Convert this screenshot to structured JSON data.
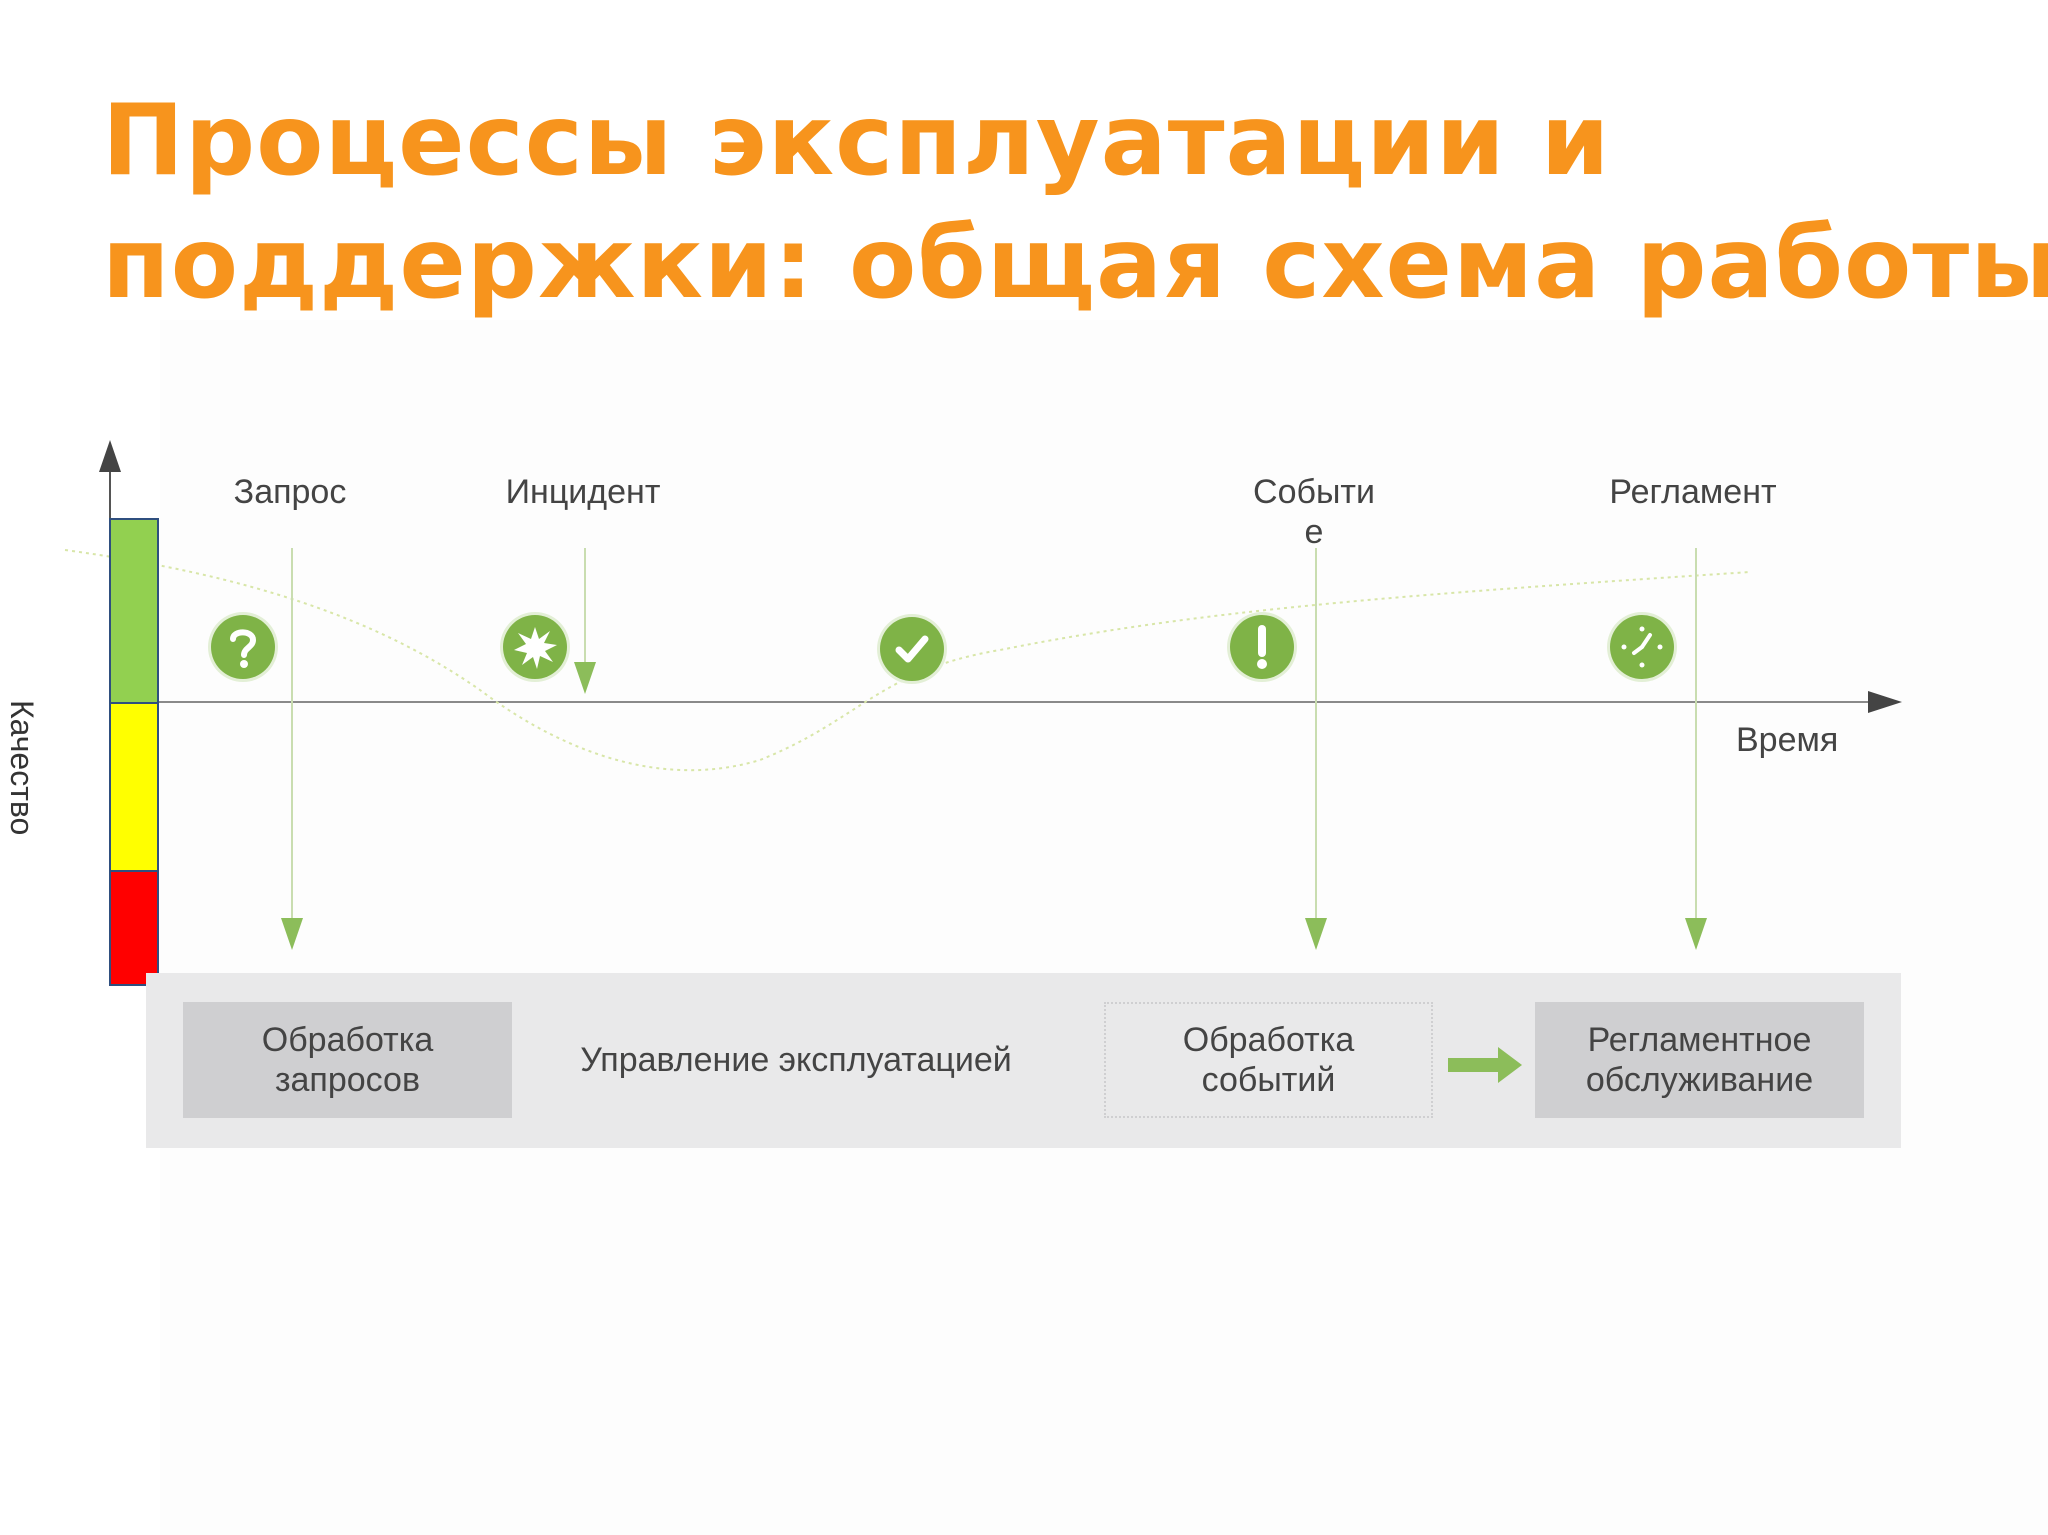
{
  "title": {
    "line1": "Процессы эксплуатации и",
    "line2": "поддержки: общая схема работы"
  },
  "axes": {
    "y_label": "Качество",
    "x_label": "Время"
  },
  "events": [
    {
      "label": "Запрос",
      "icon": "question-icon"
    },
    {
      "label": "Инцидент",
      "icon": "burst-icon"
    },
    {
      "label": "",
      "icon": "checkmark-icon"
    },
    {
      "label": "Событи е",
      "icon": "exclamation-icon"
    },
    {
      "label": "Регламент",
      "icon": "clock-icon"
    }
  ],
  "quality_levels": [
    {
      "name": "green",
      "color": "#92d050"
    },
    {
      "name": "yellow",
      "color": "#ffff00"
    },
    {
      "name": "red",
      "color": "#ff0000"
    }
  ],
  "processes": {
    "requests": "Обработка\nзапросов",
    "operations": "Управление эксплуатацией",
    "events": "Обработка\nсобытий",
    "maintenance": "Регламентное\nобслуживание"
  },
  "colors": {
    "title": "#f7941d",
    "icon": "#7fb347",
    "arrow": "#8cbd5a",
    "band": "#e9e9ea",
    "box": "#cfcfd1"
  }
}
